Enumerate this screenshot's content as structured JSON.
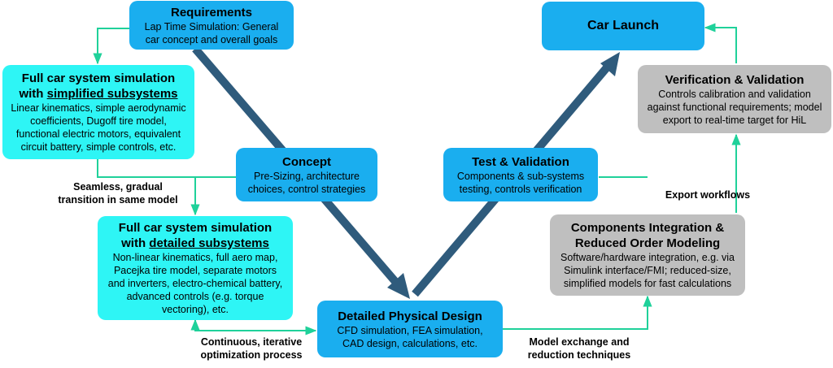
{
  "boxes": {
    "requirements": {
      "title": "Requirements",
      "body": [
        "Lap Time Simulation: General",
        "car concept and overall goals"
      ]
    },
    "simplified": {
      "title_line1": "Full car system simulation",
      "title_prefix": "with ",
      "title_underlined": "simplified subsystems",
      "body": [
        "Linear kinematics, simple aerodynamic",
        "coefficients, Dugoff tire model,",
        "functional electric motors, equivalent",
        "circuit battery, simple controls, etc."
      ]
    },
    "concept": {
      "title": "Concept",
      "body": [
        "Pre-Sizing, architecture",
        "choices, control strategies"
      ]
    },
    "detailed_sim": {
      "title_line1": "Full car system simulation",
      "title_prefix": "with ",
      "title_underlined": "detailed subsystems",
      "body": [
        "Non-linear kinematics, full aero map,",
        "Pacejka tire model, separate motors",
        "and inverters, electro-chemical battery,",
        "advanced controls (e.g. torque",
        "vectoring), etc."
      ]
    },
    "physical_design": {
      "title": "Detailed Physical Design",
      "body": [
        "CFD simulation, FEA simulation,",
        "CAD design, calculations, etc."
      ]
    },
    "test_validation": {
      "title": "Test & Validation",
      "body": [
        "Components & sub-systems",
        "testing, controls verification"
      ]
    },
    "integration": {
      "title": [
        "Components Integration &",
        "Reduced Order Modeling"
      ],
      "body": [
        "Software/hardware integration, e.g. via",
        "Simulink interface/FMI; reduced-size,",
        "simplified models for fast calculations"
      ]
    },
    "verification": {
      "title": "Verification & Validation",
      "body": [
        "Controls calibration and validation",
        "against functional requirements; model",
        "export to real-time target for HiL"
      ]
    },
    "launch": {
      "title": "Car Launch"
    }
  },
  "labels": {
    "seamless": [
      "Seamless, gradual",
      "transition in same model"
    ],
    "continuous": [
      "Continuous, iterative",
      "optimization process"
    ],
    "model_exchange": [
      "Model exchange and",
      "reduction techniques"
    ],
    "export": "Export workflows"
  },
  "colors": {
    "blue_box": "#1aaeef",
    "cyan_box": "#2ef5f5",
    "gray_box": "#bfbfbf",
    "connector": "#1fd19a",
    "v_arrow": "#2f5b7c"
  }
}
